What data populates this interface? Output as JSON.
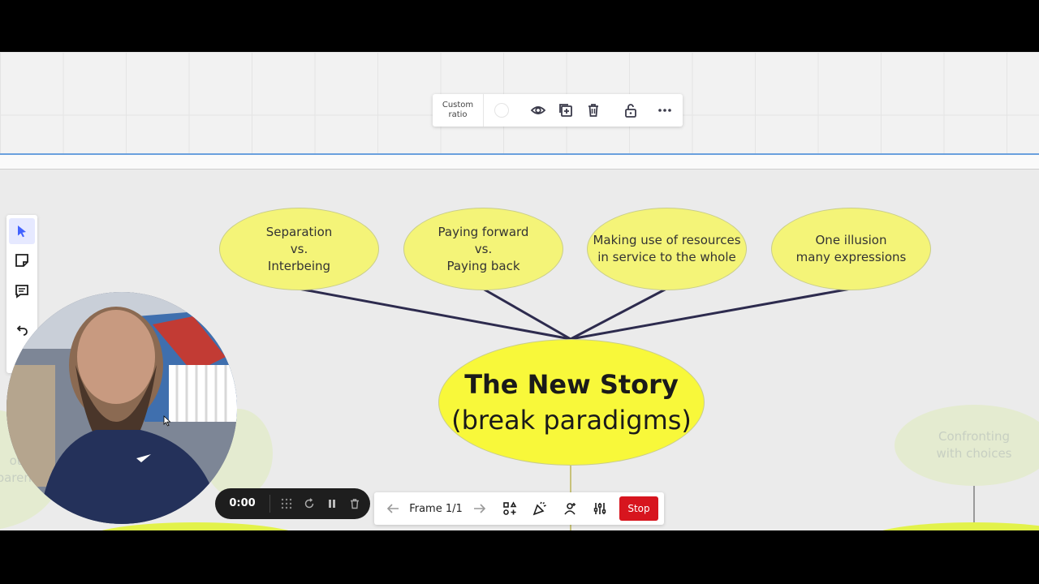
{
  "frame_toolbar": {
    "ratio_label": "Custom ratio",
    "icons": [
      "eye-icon",
      "duplicate-icon",
      "trash-icon",
      "lock-icon",
      "more-icon"
    ]
  },
  "left_toolbar": {
    "tools": [
      "cursor-icon",
      "sticky-note-icon",
      "comment-icon",
      "undo-icon"
    ]
  },
  "mindmap": {
    "central_title": "The New Story",
    "central_subtitle": "(break paradigms)",
    "branches": [
      {
        "label": "Separation\nvs.\nInterbeing"
      },
      {
        "label": "Paying forward\nvs.\nPaying back"
      },
      {
        "label": "Making use of resources\nin service to the whole"
      },
      {
        "label": "One illusion\nmany expressions"
      }
    ],
    "faded_right": "Confronting\nwith choices",
    "faded_left": "otal\nparency",
    "colors": {
      "bubble": "#f4f478",
      "central": "#f8f83a",
      "connector": "#2d2b4e"
    }
  },
  "recording": {
    "time": "0:00",
    "icons": [
      "grid-icon",
      "restart-icon",
      "pause-icon",
      "trash-icon"
    ]
  },
  "presentation": {
    "frame_label": "Frame 1/1",
    "stop_label": "Stop",
    "icons": [
      "arrow-left-icon",
      "arrow-right-icon",
      "add-shape-icon",
      "party-icon",
      "add-person-icon",
      "sliders-icon"
    ]
  }
}
